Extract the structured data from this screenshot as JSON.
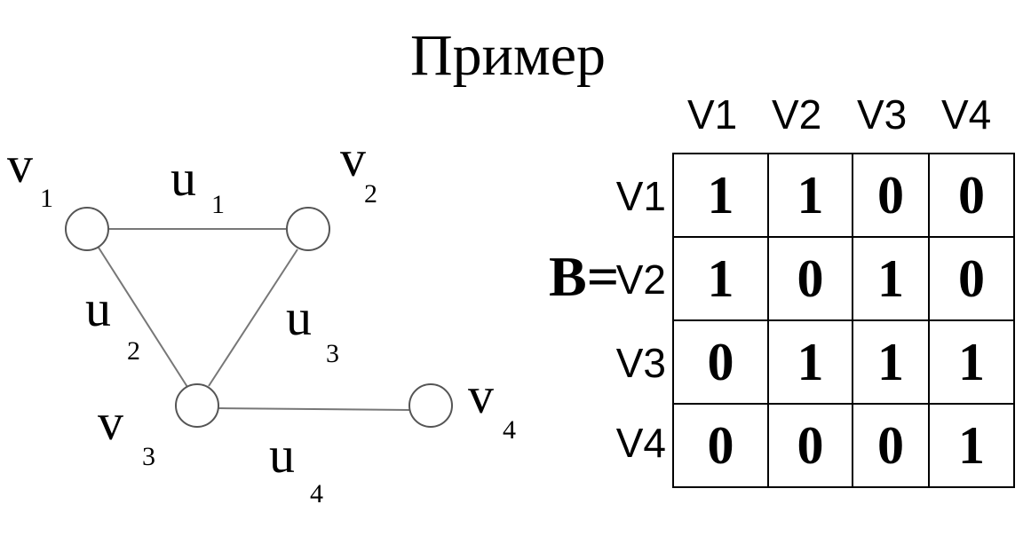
{
  "title": "Пример",
  "graph": {
    "vertices": [
      {
        "letter": "v",
        "index": "1"
      },
      {
        "letter": "v",
        "index": "2"
      },
      {
        "letter": "v",
        "index": "3"
      },
      {
        "letter": "v",
        "index": "4"
      }
    ],
    "edges": [
      {
        "letter": "u",
        "index": "1"
      },
      {
        "letter": "u",
        "index": "2"
      },
      {
        "letter": "u",
        "index": "3"
      },
      {
        "letter": "u",
        "index": "4"
      }
    ]
  },
  "matrix": {
    "label": "B=",
    "col_headers": [
      "V1",
      "V2",
      "V3",
      "V4"
    ],
    "row_headers": [
      "V1",
      "V2",
      "V3",
      "V4"
    ],
    "rows": [
      [
        "1",
        "1",
        "0",
        "0"
      ],
      [
        "1",
        "0",
        "1",
        "0"
      ],
      [
        "0",
        "1",
        "1",
        "1"
      ],
      [
        "0",
        "0",
        "0",
        "1"
      ]
    ]
  }
}
